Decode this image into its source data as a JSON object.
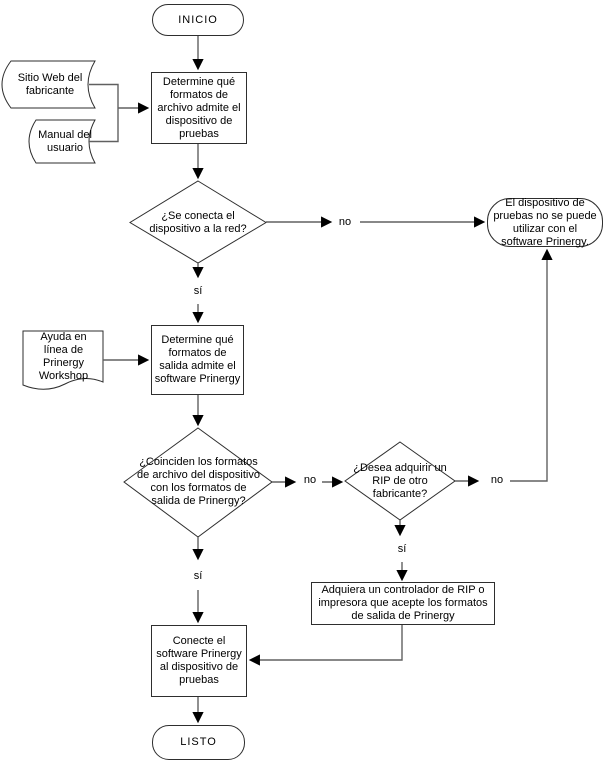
{
  "colors": {
    "background": "#ffffff",
    "shape_border": "#2e2e2e",
    "connector": "#606060",
    "arrowhead": "#000000",
    "text": "#000000"
  },
  "flowchart": {
    "start": "INICIO",
    "end": "LISTO",
    "nodes": {
      "doc_sitio_web": "Sitio Web del fabricante",
      "doc_manual": "Manual del usuario",
      "proc_formatos_archivo": "Determine qué formatos de archivo admite el dispositivo de pruebas",
      "dec_conecta_red": "¿Se conecta el dispositivo a la red?",
      "term_no_utilizable": "El dispositivo de pruebas no se puede utilizar con el software Prinergy.",
      "doc_ayuda": "Ayuda en línea de Prinergy Workshop",
      "proc_formatos_salida": "Determine qué formatos de salida admite el software Prinergy",
      "dec_coinciden": "¿Coinciden los formatos de archivo del dispositivo con los formatos de salida de Prinergy?",
      "dec_adquirir_rip": "¿Desea adquirir un RIP de otro fabricante?",
      "proc_adquiera_rip": "Adquiera un controlador de RIP o impresora que acepte los formatos de salida de Prinergy",
      "proc_conecte": "Conecte el software Prinergy al dispositivo de pruebas"
    },
    "labels": {
      "no_red": "no",
      "si_red": "sí",
      "no_coinciden": "no",
      "si_coinciden": "sí",
      "no_rip": "no",
      "si_rip": "sí"
    }
  }
}
